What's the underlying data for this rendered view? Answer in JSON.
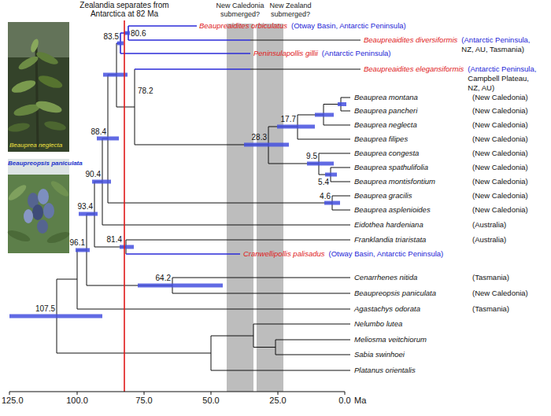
{
  "diagram": {
    "nodes": [
      {
        "text": [
          "New Caledonia submerged?"
        ]
      },
      {
        "text": [
          "New Zealand submerged?"
        ]
      }
    ],
    "labels": [
      "Zealandia separates from Antarctica at 82 Ma",
      "Beaupreaidites orbiculatus",
      "(Otway Basin, Antarctic Peninsula)",
      "83.5",
      "80.6",
      "Beaupreaidites diversiformis",
      "(Antarctic Peninsula,",
      "NZ, AU, Tasmania)",
      "Peninsulapollis gillii",
      "(Antarctic Peninsula)",
      "78.2",
      "Beaupreaidites elegansiformis",
      "(Antarctic Peninsula,",
      "Campbell Plateau,",
      "NZ, AU)",
      "Beauprea montana",
      "(New Caledonia)",
      "Beauprea pancheri",
      "(New Caledonia)",
      "17.7",
      "Beauprea neglecta",
      "(New Caledonia)",
      "Beauprea filipes",
      "(New Caledonia)",
      "28.3",
      "Beauprea congesta",
      "(New Caledonia)",
      "9.5",
      "Beauprea spathulifolia",
      "(New Caledonia)",
      "5.4",
      "Beauprea montisfontium",
      "(New Caledonia)",
      "88.4",
      "4.6",
      "Beauprea gracilis",
      "(New Caledonia)",
      "Beauprea asplenioides",
      "(New Caledonia)",
      "90.4",
      "Eidothea hardeniana",
      "(Australia)",
      "93.4",
      "81.4",
      "Franklandia triaristata",
      "(Australia)",
      "Cranwellipollis palisadus",
      "(Otway Basin, Antarctic Peninsula)",
      "96.1",
      "64.2",
      "Cenarrhenes nitida",
      "(Tasmania)",
      "Beaupreopsis paniculata",
      "(New Caledonia)",
      "Agastachys odorata",
      "(Tasmania)",
      "107.5",
      "Nelumbo lutea",
      "Meliosma veitchiorum",
      "Sabia swinhoei",
      "Platanus orientalis",
      "125.0",
      "100.0",
      "75.0",
      "50.0",
      "25.0",
      "0.0",
      "Ma",
      "Beauprea neglecta",
      "Beaupreopsis paniculata"
    ]
  }
}
